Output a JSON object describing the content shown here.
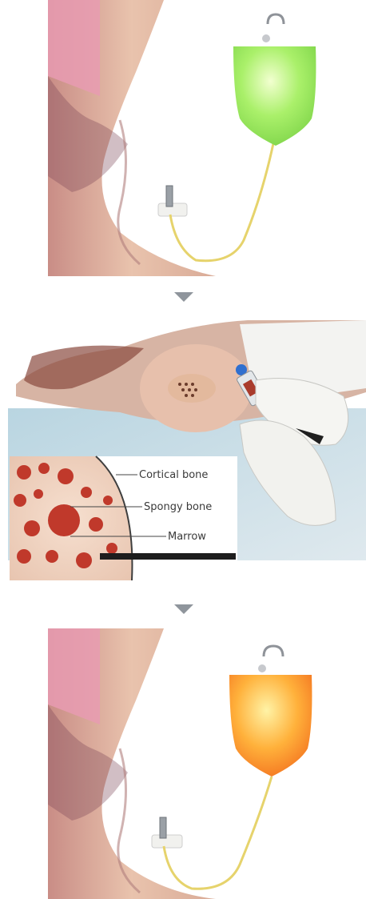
{
  "labels": {
    "cortical": "Cortical bone",
    "spongy": "Spongy bone",
    "marrow": "Marrow"
  }
}
